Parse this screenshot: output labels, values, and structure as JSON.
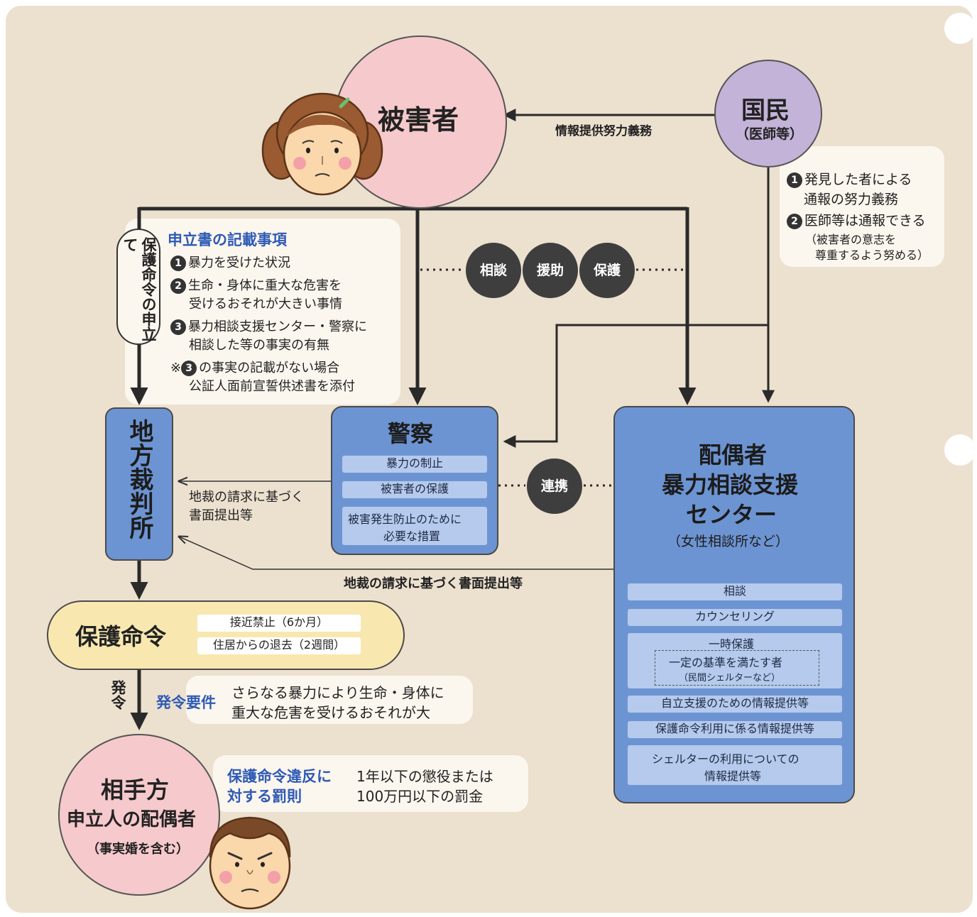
{
  "victim": {
    "label": "被害者"
  },
  "citizen": {
    "label": "国民",
    "sub": "（医師等）"
  },
  "info_duty": "情報提供努力義務",
  "notify": {
    "n1": "1",
    "line1": "発見した者による",
    "line2": "通報の努力義務",
    "n2": "2",
    "line3": "医師等は通報できる",
    "line4": "（被害者の意志を",
    "line5": "尊重するよう努める）"
  },
  "petition": {
    "vertical": "保護命令の申立て",
    "title": "申立書の記載事項",
    "item1_num": "1",
    "item1": "暴力を受けた状況",
    "item2_num": "2",
    "item2a": "生命・身体に重大な危害を",
    "item2b": "受けるおそれが大きい事情",
    "item3_num": "3",
    "item3a": "暴力相談支援センター・警察に",
    "item3b": "相談した等の事実の有無",
    "note_mark": "※",
    "note_num": "3",
    "note_a": "の事実の記載がない場合",
    "note_b": "公証人面前宣誓供述書を添付"
  },
  "support_circles": [
    "相談",
    "援助",
    "保護"
  ],
  "court": {
    "label": "地方裁判所"
  },
  "police": {
    "title": "警察",
    "items": [
      "暴力の制止",
      "被害者の保護"
    ],
    "item3a": "被害発生防止のために",
    "item3b": "必要な措置"
  },
  "police_to_court": {
    "line1": "地裁の請求に基づく",
    "line2": "書面提出等"
  },
  "cooperation": "連携",
  "center": {
    "title1": "配偶者",
    "title2": "暴力相談支援",
    "title3": "センター",
    "sub": "（女性相談所など）",
    "items": [
      "相談",
      "カウンセリング"
    ],
    "shelter_title": "一時保護",
    "shelter_a": "一定の基準を満たす者",
    "shelter_b": "（民間シェルターなど）",
    "items2": [
      "自立支援のための情報提供等",
      "保護命令利用に係る情報提供等"
    ],
    "item_last_a": "シェルターの利用についての",
    "item_last_b": "情報提供等"
  },
  "center_to_court": "地裁の請求に基づく書面提出等",
  "order": {
    "label": "保護命令",
    "item1": "接近禁止（6か月）",
    "item2": "住居からの退去（2週間）"
  },
  "issuance": {
    "vertical": "発令",
    "req_title": "発令要件",
    "line1": "さらなる暴力により生命・身体に",
    "line2": "重大な危害を受けるおそれが大"
  },
  "respondent": {
    "title": "相手方",
    "sub1": "申立人の配偶者",
    "sub2": "（事実婚を含む）"
  },
  "penalty": {
    "title1": "保護命令違反に",
    "title2": "対する罰則",
    "line1": "1年以下の懲役または",
    "line2": "100万円以下の罰金"
  },
  "colors": {
    "panel": "#ece0cf",
    "pink": "#f6c9cc",
    "purple": "#c3b3d8",
    "blue_box": "#6d94d2",
    "blue_bar": "#b5caec",
    "order_yellow": "#f8e8b0",
    "accent_blue": "#2f5ab5"
  }
}
